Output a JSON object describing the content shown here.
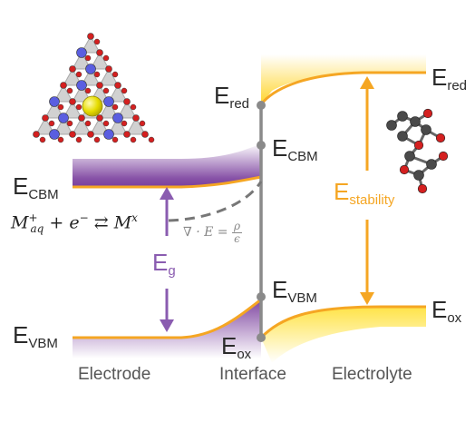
{
  "labels": {
    "e_cbm_left": {
      "main": "E",
      "sub": "CBM"
    },
    "e_vbm_left": {
      "main": "E",
      "sub": "VBM"
    },
    "e_cbm_mid": {
      "main": "E",
      "sub": "CBM"
    },
    "e_vbm_mid": {
      "main": "E",
      "sub": "VBM"
    },
    "e_red_mid": {
      "main": "E",
      "sub": "red"
    },
    "e_ox_mid": {
      "main": "E",
      "sub": "ox"
    },
    "e_red_right": {
      "main": "E",
      "sub": "red"
    },
    "e_ox_right": {
      "main": "E",
      "sub": "ox"
    },
    "e_g": {
      "main": "E",
      "sub": "g"
    },
    "e_stability": {
      "main": "E",
      "sub": "stability"
    }
  },
  "reaction": {
    "M": "M",
    "aq_sub": "aq",
    "plus": "+",
    "e": "e",
    "minus": "−",
    "arrows": "⇄",
    "x_sup": "x",
    "joiner": " + "
  },
  "gauss": {
    "lhs": "∇ · E =",
    "num": "ρ",
    "den": "ϵ"
  },
  "zones": {
    "electrode": "Electrode",
    "interface": "Interface",
    "electrolyte": "Electrolyte"
  },
  "colors": {
    "purple": "#8a5cb0",
    "orange": "#f5a623",
    "line": "#8a8a8a"
  }
}
